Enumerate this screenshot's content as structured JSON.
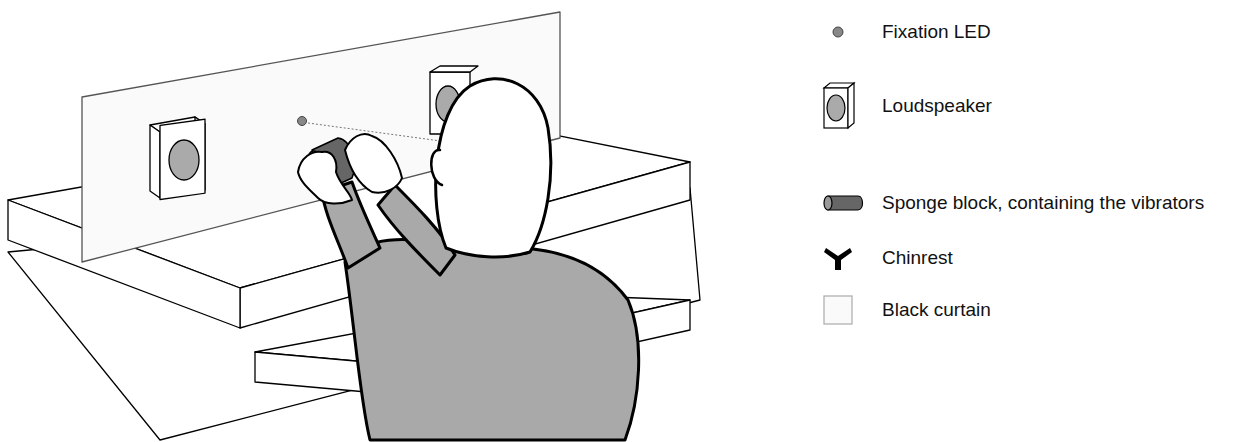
{
  "diagram": {
    "legend": [
      {
        "text": "Fixation LED"
      },
      {
        "text": "Loudspeaker"
      },
      {
        "text": "Sponge block, containing the vibrators"
      },
      {
        "text": "Chinrest"
      },
      {
        "text": "Black curtain"
      }
    ]
  }
}
